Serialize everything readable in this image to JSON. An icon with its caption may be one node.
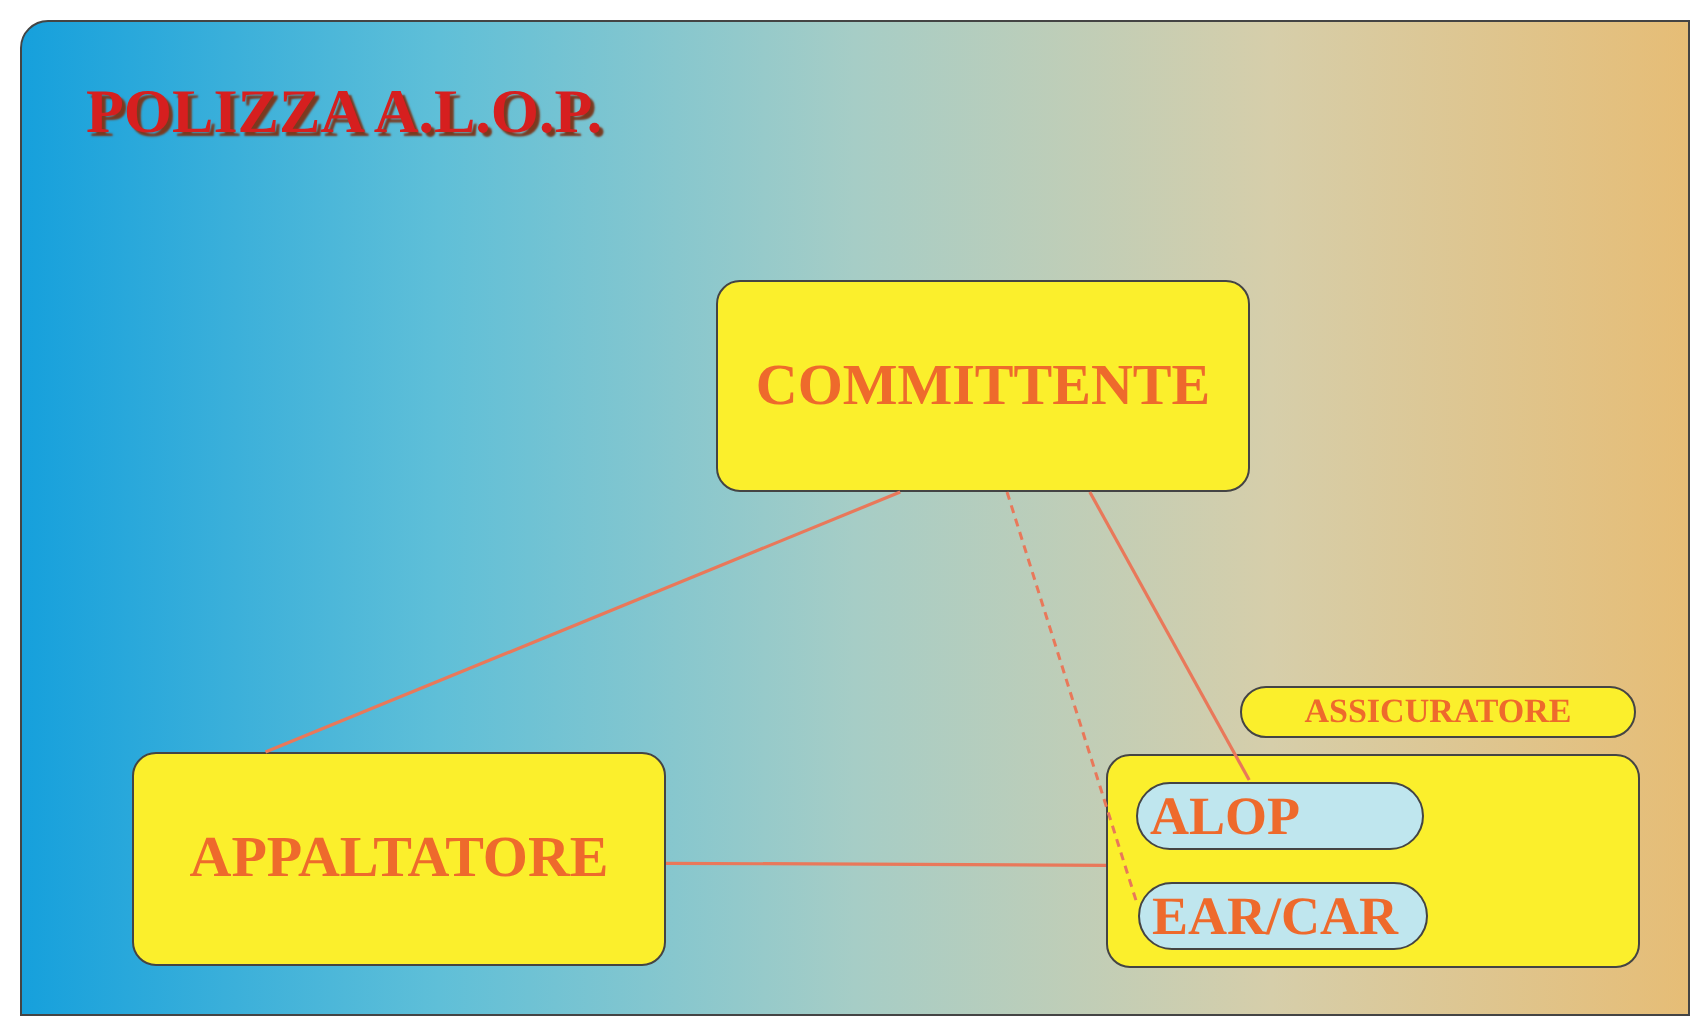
{
  "diagram": {
    "title": "POLIZZA A.L.O.P.",
    "nodes": [
      {
        "text": [
          "COMMITTENTE"
        ]
      },
      {
        "text": [
          "ASSICURATORE"
        ]
      },
      {
        "text": [
          "APPALTATORE"
        ]
      },
      {
        "text": [],
        "shape": "box"
      },
      {
        "text": [
          "ALOP"
        ],
        "in": 3
      },
      {
        "text": [
          "EAR/CAR"
        ],
        "in": 3
      }
    ],
    "edges": [
      {
        "from": 0,
        "to": 2,
        "arrow": "none"
      },
      {
        "from": 0,
        "to": 4,
        "arrow": "none"
      },
      {
        "from": 0,
        "to": 5,
        "arrow": "none",
        "style": "dashed"
      },
      {
        "from": 2,
        "to": 3,
        "arrow": "none"
      }
    ]
  }
}
